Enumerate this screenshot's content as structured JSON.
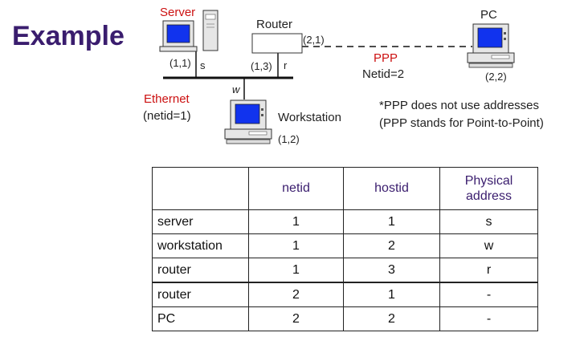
{
  "title": "Example",
  "diagram": {
    "server": {
      "label": "Server",
      "address": "(1,1)",
      "physical": "s"
    },
    "router": {
      "label": "Router",
      "address_eth": "(1,3)",
      "address_ppp": "(2,1)",
      "physical": "r"
    },
    "pc": {
      "label": "PC",
      "address": "(2,2)"
    },
    "workstation": {
      "label": "Workstation",
      "address": "(1,2)",
      "physical": "w"
    },
    "ethernet": {
      "label": "Ethernet",
      "netid": "(netid=1)"
    },
    "ppp": {
      "label": "PPP",
      "netid": "Netid=2"
    },
    "notes": [
      "*PPP does not use addresses",
      "(PPP stands for Point-to-Point)"
    ],
    "colors": {
      "title": "#3a1d6e",
      "label_red": "#cc1111",
      "screen": "#1133ee",
      "header_text": "#3a1d6e"
    }
  },
  "table": {
    "headers": [
      "",
      "netid",
      "hostid",
      "Physical",
      "address"
    ],
    "rows": [
      {
        "name": "server",
        "netid": "1",
        "hostid": "1",
        "physical": "s"
      },
      {
        "name": "workstation",
        "netid": "1",
        "hostid": "2",
        "physical": "w"
      },
      {
        "name": "router",
        "netid": "1",
        "hostid": "3",
        "physical": "r"
      },
      {
        "name": "router",
        "netid": "2",
        "hostid": "1",
        "physical": "-"
      },
      {
        "name": "PC",
        "netid": "2",
        "hostid": "2",
        "physical": "-"
      }
    ]
  }
}
